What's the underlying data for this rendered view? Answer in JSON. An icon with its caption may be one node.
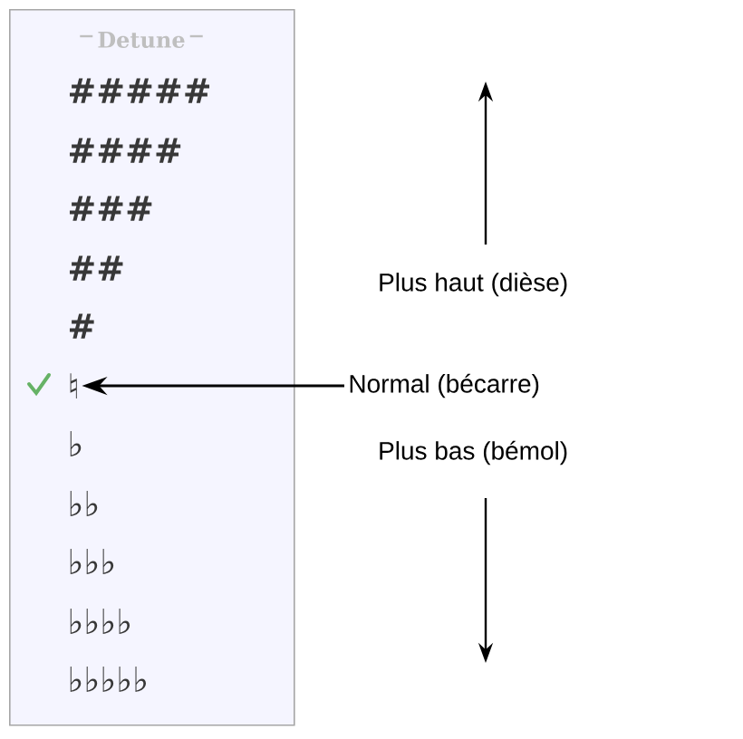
{
  "diagram": {
    "nodes": [
      {
        "text": [
          "Detune"
        ]
      },
      {
        "text": [
          "#####"
        ],
        "in": 0
      },
      {
        "text": [
          "####"
        ],
        "in": 0
      },
      {
        "text": [
          "###"
        ],
        "in": 0
      },
      {
        "text": [
          "##"
        ],
        "in": 0
      },
      {
        "text": [
          "#"
        ],
        "in": 0
      },
      {
        "text": [
          "♮"
        ],
        "in": 0
      },
      {
        "text": [
          "♭"
        ],
        "in": 0
      },
      {
        "text": [
          "♭♭"
        ],
        "in": 0
      },
      {
        "text": [
          "♭♭♭"
        ],
        "in": 0
      },
      {
        "text": [
          "♭♭♭♭"
        ],
        "in": 0
      },
      {
        "text": [
          "♭♭♭♭♭"
        ],
        "in": 0
      },
      {
        "text": [
          "Normal  (bécarre)"
        ]
      }
    ],
    "edges": [
      {
        "from": 12,
        "to": 6,
        "arrow": "to"
      }
    ],
    "labels": [
      "Plus haut (dièse)",
      "Plus bas (bémol)"
    ]
  }
}
